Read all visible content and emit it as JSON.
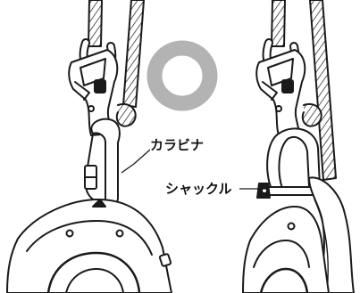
{
  "labels": {
    "carabiner": "カラビナ",
    "shackle": "シャックル"
  },
  "mark": {
    "type": "circle",
    "meaning": "correct",
    "color": "#b3b3b3"
  },
  "colors": {
    "line": "#1a1a1a",
    "background": "#ffffff"
  }
}
